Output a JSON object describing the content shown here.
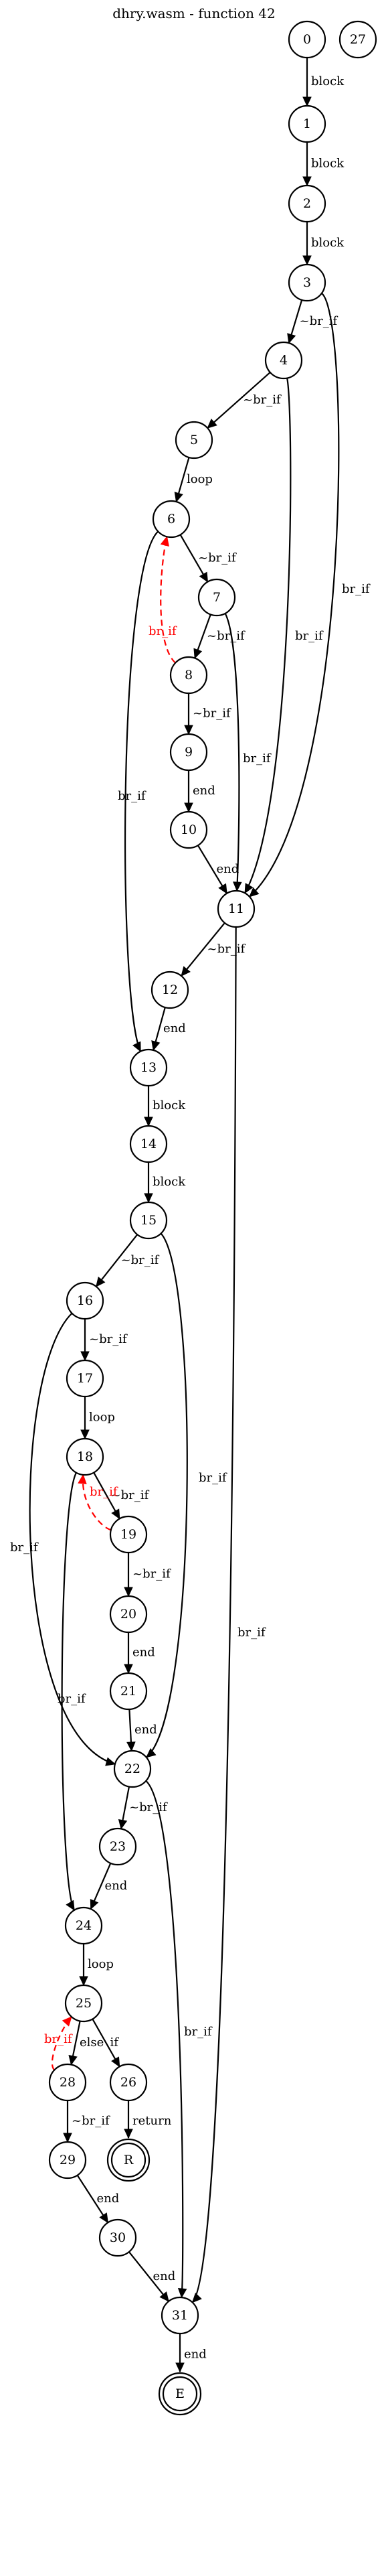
{
  "title": "dhry.wasm - function 42",
  "nodes": [
    {
      "id": "0",
      "label": "0",
      "kind": "plain"
    },
    {
      "id": "27",
      "label": "27",
      "kind": "plain"
    },
    {
      "id": "1",
      "label": "1",
      "kind": "plain"
    },
    {
      "id": "2",
      "label": "2",
      "kind": "plain"
    },
    {
      "id": "3",
      "label": "3",
      "kind": "plain"
    },
    {
      "id": "4",
      "label": "4",
      "kind": "plain"
    },
    {
      "id": "5",
      "label": "5",
      "kind": "plain"
    },
    {
      "id": "6",
      "label": "6",
      "kind": "plain"
    },
    {
      "id": "7",
      "label": "7",
      "kind": "plain"
    },
    {
      "id": "8",
      "label": "8",
      "kind": "plain"
    },
    {
      "id": "9",
      "label": "9",
      "kind": "plain"
    },
    {
      "id": "10",
      "label": "10",
      "kind": "plain"
    },
    {
      "id": "11",
      "label": "11",
      "kind": "plain"
    },
    {
      "id": "12",
      "label": "12",
      "kind": "plain"
    },
    {
      "id": "13",
      "label": "13",
      "kind": "plain"
    },
    {
      "id": "14",
      "label": "14",
      "kind": "plain"
    },
    {
      "id": "15",
      "label": "15",
      "kind": "plain"
    },
    {
      "id": "16",
      "label": "16",
      "kind": "plain"
    },
    {
      "id": "17",
      "label": "17",
      "kind": "plain"
    },
    {
      "id": "18",
      "label": "18",
      "kind": "plain"
    },
    {
      "id": "19",
      "label": "19",
      "kind": "plain"
    },
    {
      "id": "20",
      "label": "20",
      "kind": "plain"
    },
    {
      "id": "21",
      "label": "21",
      "kind": "plain"
    },
    {
      "id": "22",
      "label": "22",
      "kind": "plain"
    },
    {
      "id": "23",
      "label": "23",
      "kind": "plain"
    },
    {
      "id": "24",
      "label": "24",
      "kind": "plain"
    },
    {
      "id": "25",
      "label": "25",
      "kind": "plain"
    },
    {
      "id": "26",
      "label": "26",
      "kind": "plain"
    },
    {
      "id": "28",
      "label": "28",
      "kind": "plain"
    },
    {
      "id": "29",
      "label": "29",
      "kind": "plain"
    },
    {
      "id": "30",
      "label": "30",
      "kind": "plain"
    },
    {
      "id": "31",
      "label": "31",
      "kind": "plain"
    },
    {
      "id": "R",
      "label": "R",
      "kind": "terminal"
    },
    {
      "id": "E",
      "label": "E",
      "kind": "terminal"
    }
  ],
  "edges": [
    {
      "from": "0",
      "to": "1",
      "label": "block"
    },
    {
      "from": "1",
      "to": "2",
      "label": "block"
    },
    {
      "from": "2",
      "to": "3",
      "label": "block"
    },
    {
      "from": "3",
      "to": "4",
      "label": "~br_if"
    },
    {
      "from": "3",
      "to": "11",
      "label": "br_if"
    },
    {
      "from": "4",
      "to": "5",
      "label": "~br_if"
    },
    {
      "from": "4",
      "to": "11",
      "label": "br_if"
    },
    {
      "from": "5",
      "to": "6",
      "label": "loop"
    },
    {
      "from": "6",
      "to": "7",
      "label": "~br_if"
    },
    {
      "from": "6",
      "to": "13",
      "label": "br_if"
    },
    {
      "from": "7",
      "to": "8",
      "label": "~br_if"
    },
    {
      "from": "7",
      "to": "11",
      "label": "br_if"
    },
    {
      "from": "8",
      "to": "6",
      "label": "br_if",
      "back": true
    },
    {
      "from": "8",
      "to": "9",
      "label": "~br_if"
    },
    {
      "from": "9",
      "to": "10",
      "label": "end"
    },
    {
      "from": "10",
      "to": "11",
      "label": "end"
    },
    {
      "from": "11",
      "to": "12",
      "label": "~br_if"
    },
    {
      "from": "11",
      "to": "31",
      "label": "br_if"
    },
    {
      "from": "12",
      "to": "13",
      "label": "end"
    },
    {
      "from": "13",
      "to": "14",
      "label": "block"
    },
    {
      "from": "14",
      "to": "15",
      "label": "block"
    },
    {
      "from": "15",
      "to": "16",
      "label": "~br_if"
    },
    {
      "from": "15",
      "to": "22",
      "label": "br_if"
    },
    {
      "from": "16",
      "to": "17",
      "label": "~br_if"
    },
    {
      "from": "16",
      "to": "22",
      "label": "br_if"
    },
    {
      "from": "17",
      "to": "18",
      "label": "loop"
    },
    {
      "from": "18",
      "to": "19",
      "label": "~br_if"
    },
    {
      "from": "18",
      "to": "24",
      "label": "br_if"
    },
    {
      "from": "19",
      "to": "18",
      "label": "br_if",
      "back": true
    },
    {
      "from": "19",
      "to": "20",
      "label": "~br_if"
    },
    {
      "from": "20",
      "to": "21",
      "label": "end"
    },
    {
      "from": "21",
      "to": "22",
      "label": "end"
    },
    {
      "from": "22",
      "to": "23",
      "label": "~br_if"
    },
    {
      "from": "22",
      "to": "31",
      "label": "br_if"
    },
    {
      "from": "23",
      "to": "24",
      "label": "end"
    },
    {
      "from": "24",
      "to": "25",
      "label": "loop"
    },
    {
      "from": "25",
      "to": "28",
      "label": "else"
    },
    {
      "from": "25",
      "to": "26",
      "label": "if"
    },
    {
      "from": "28",
      "to": "25",
      "label": "br_if",
      "back": true
    },
    {
      "from": "28",
      "to": "29",
      "label": "~br_if"
    },
    {
      "from": "26",
      "to": "R",
      "label": "return"
    },
    {
      "from": "29",
      "to": "30",
      "label": "end"
    },
    {
      "from": "30",
      "to": "31",
      "label": "end"
    },
    {
      "from": "31",
      "to": "E",
      "label": "end"
    }
  ]
}
